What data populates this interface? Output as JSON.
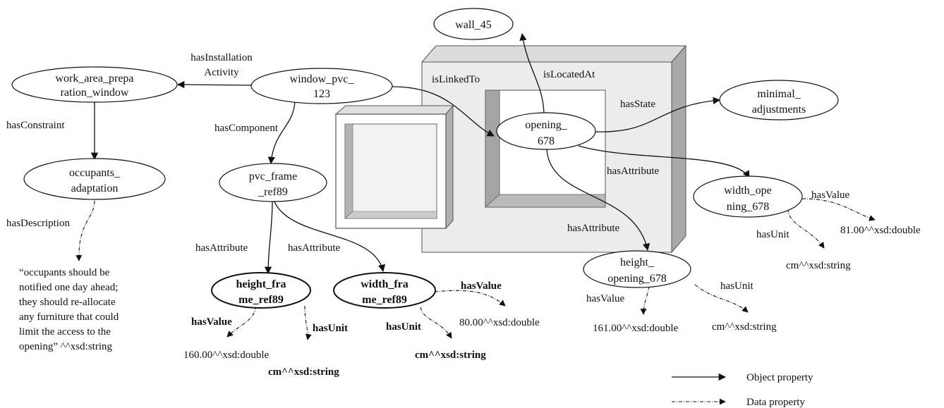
{
  "nodes": {
    "wall": {
      "line1": "wall_45",
      "line2": ""
    },
    "work_area": {
      "line1": "work_area_prepa",
      "line2": "ration_window"
    },
    "window": {
      "line1": "window_pvc_",
      "line2": "123"
    },
    "minimal": {
      "line1": "minimal_",
      "line2": "adjustments"
    },
    "opening": {
      "line1": "opening_",
      "line2": "678"
    },
    "occupants": {
      "line1": "occupants_",
      "line2": "adaptation"
    },
    "pvc_frame": {
      "line1": "pvc_frame",
      "line2": "_ref89"
    },
    "width_opening": {
      "line1": "width_ope",
      "line2": "ning_678"
    },
    "height_frame": {
      "line1": "height_fra",
      "line2": "me_ref89"
    },
    "width_frame": {
      "line1": "width_fra",
      "line2": "me_ref89"
    },
    "height_opening": {
      "line1": "height_",
      "line2": "opening_678"
    }
  },
  "edges": {
    "hasInstallation_1": "hasInstallation",
    "hasInstallation_2": "Activity",
    "isLinkedTo": "isLinkedTo",
    "isLocatedAt": "isLocatedAt",
    "hasState": "hasState",
    "hasConstraint": "hasConstraint",
    "hasComponent": "hasComponent",
    "hasAttribute_opening_width": "hasAttribute",
    "hasAttribute_opening_height": "hasAttribute",
    "hasDescription": "hasDescription",
    "hasAttribute_frame_height": "hasAttribute",
    "hasAttribute_frame_width": "hasAttribute",
    "hasValue_width_opening": "hasValue",
    "hasUnit_width_opening": "hasUnit",
    "hasValue_height_frame": "hasValue",
    "hasUnit_height_frame": "hasUnit",
    "hasValue_width_frame": "hasValue",
    "hasUnit_width_frame": "hasUnit",
    "hasValue_height_opening": "hasValue",
    "hasUnit_height_opening": "hasUnit"
  },
  "literals": {
    "width_opening_value": "81.00^^xsd:double",
    "width_opening_unit": "cm^^xsd:string",
    "height_frame_value": "160.00^^xsd:double",
    "height_frame_unit": "cm^^xsd:string",
    "width_frame_value": "80.00^^xsd:double",
    "width_frame_unit": "cm^^xsd:string",
    "height_opening_value": "161.00^^xsd:double",
    "height_opening_unit": "cm^^xsd:string",
    "description": [
      "“occupants should be",
      "notified one day ahead;",
      "they should re-allocate",
      "any furniture that could",
      "limit the access to the",
      "opening” ^^xsd:string"
    ]
  },
  "legend": {
    "object": "Object property",
    "data": "Data property"
  }
}
